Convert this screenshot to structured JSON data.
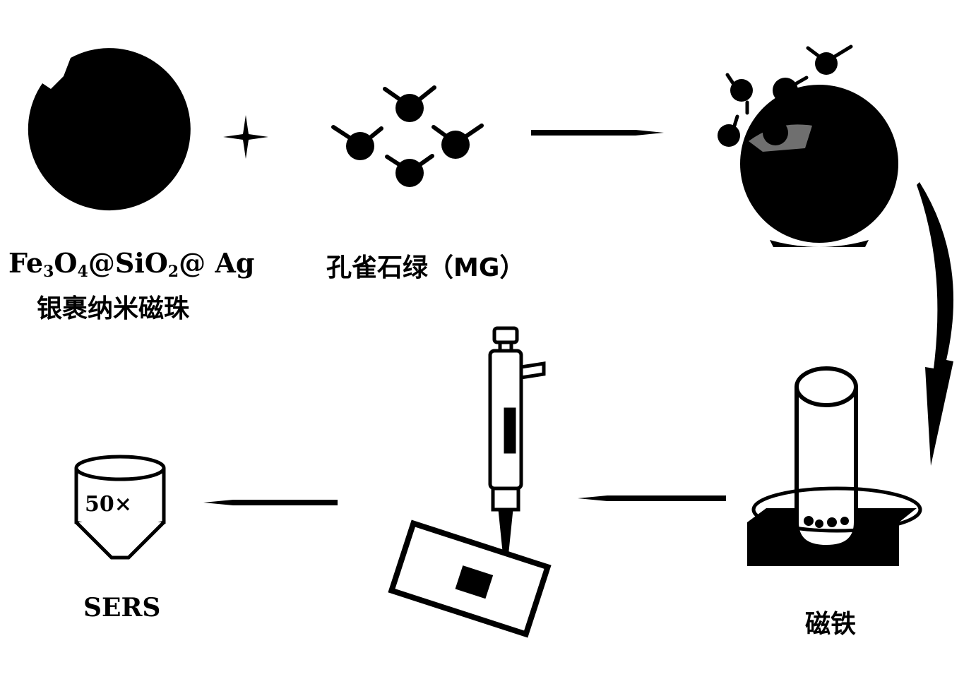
{
  "labels": {
    "bead_formula": {
      "fe": "Fe",
      "fe_sub": "3",
      "o": "O",
      "o_sub": "4",
      "mid": "@SiO",
      "si_sub": "2",
      "tail": "@ Ag"
    },
    "bead_name": "银裹纳米磁珠",
    "mg": "孔雀石绿（MG）",
    "sers": "SERS",
    "magnet": "磁铁",
    "objective": "50×"
  },
  "colors": {
    "ink": "#000000",
    "paper": "#ffffff"
  }
}
